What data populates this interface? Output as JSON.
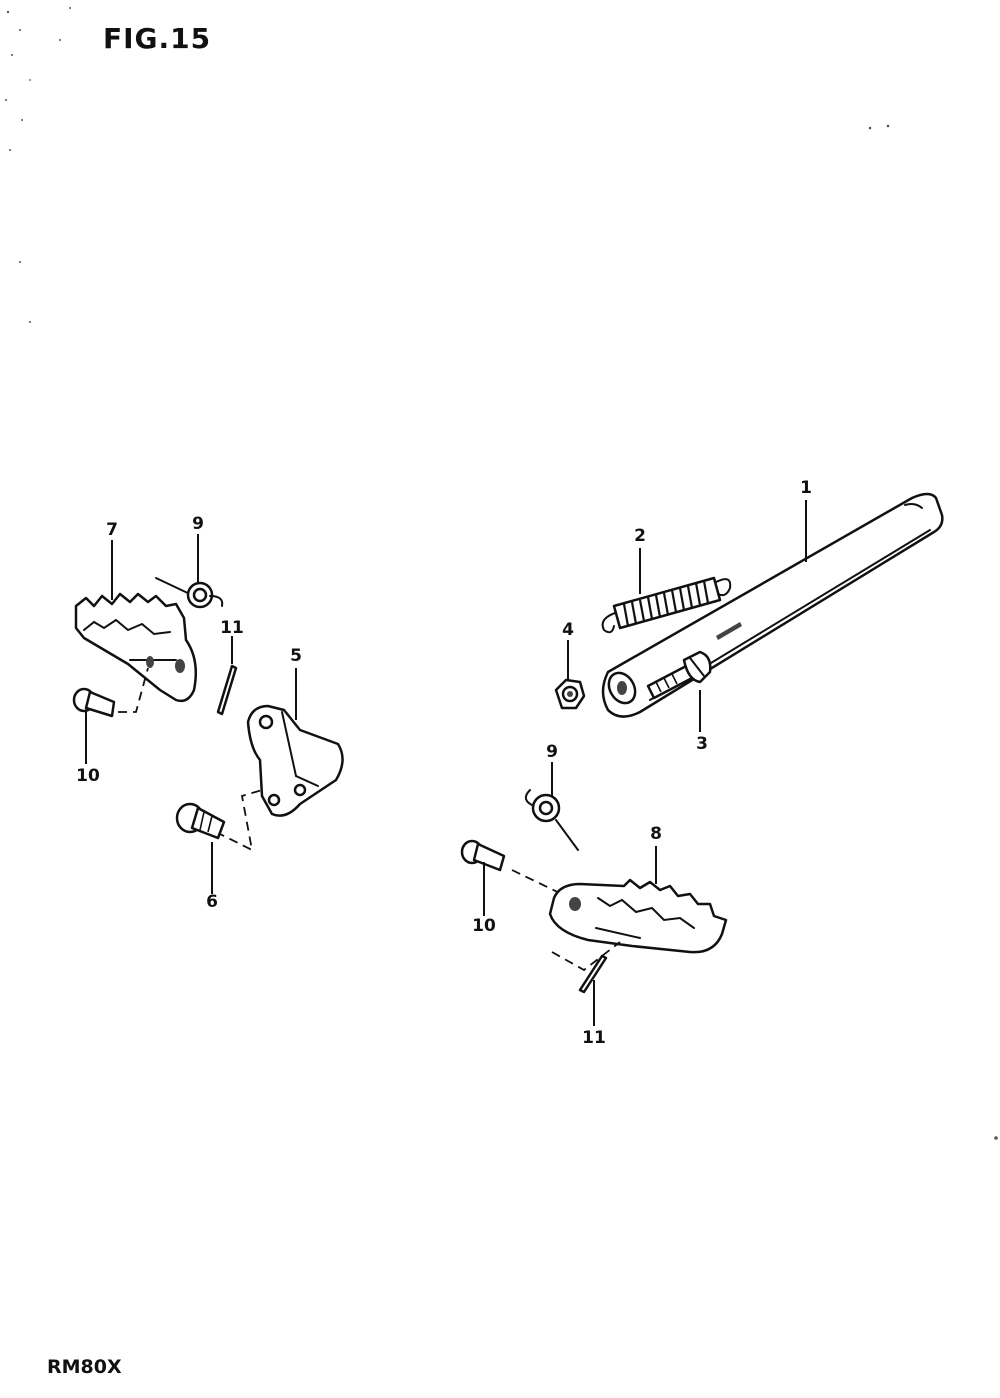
{
  "figure": {
    "title": "FIG.15"
  },
  "model": {
    "code": "RM80X"
  },
  "callouts": [
    {
      "id": "1",
      "label": "1"
    },
    {
      "id": "2",
      "label": "2"
    },
    {
      "id": "3",
      "label": "3"
    },
    {
      "id": "4",
      "label": "4"
    },
    {
      "id": "5",
      "label": "5"
    },
    {
      "id": "6",
      "label": "6"
    },
    {
      "id": "7",
      "label": "7"
    },
    {
      "id": "8",
      "label": "8"
    },
    {
      "id": "9a",
      "label": "9"
    },
    {
      "id": "9b",
      "label": "9"
    },
    {
      "id": "10a",
      "label": "10"
    },
    {
      "id": "10b",
      "label": "10"
    },
    {
      "id": "11a",
      "label": "11"
    },
    {
      "id": "11b",
      "label": "11"
    }
  ]
}
